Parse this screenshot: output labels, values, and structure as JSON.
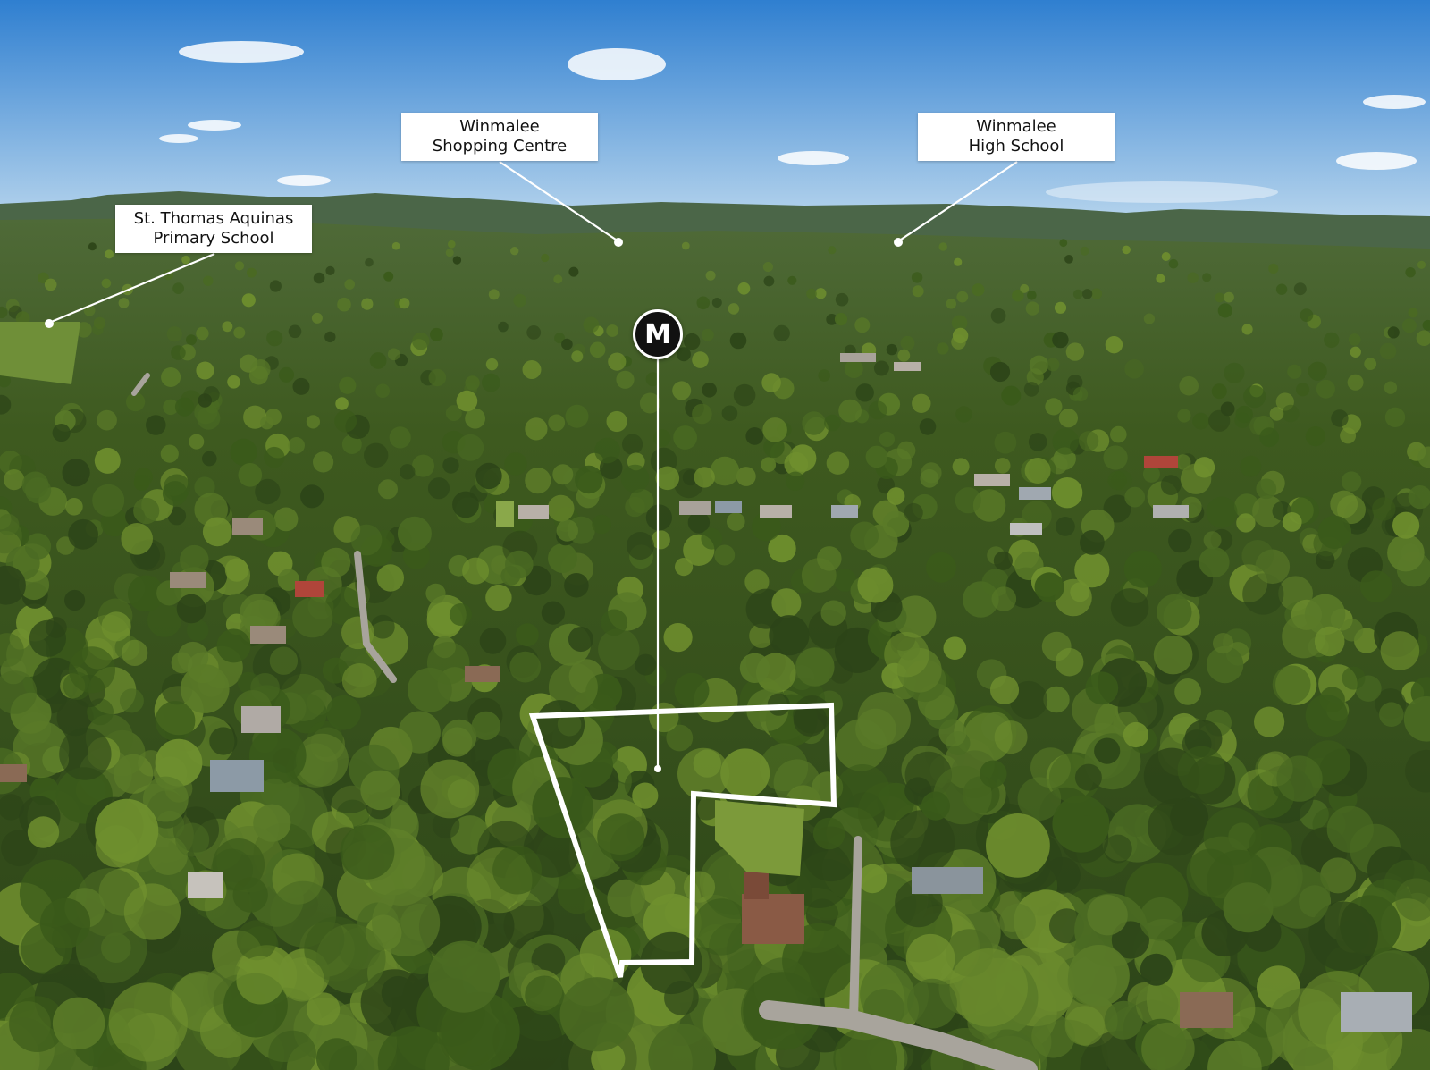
{
  "photo": {
    "description_icon": "aerial-photo",
    "colors": {
      "sky_top": "#2f7fd0",
      "sky_bottom": "#bcd8ee",
      "ridge": "#3f5a34",
      "forest_dark": "#2c4418",
      "forest_mid": "#4a6a22",
      "forest_light": "#6f8f2e",
      "roof": "#8a6a55",
      "road": "#9a9a95",
      "outline": "#ffffff"
    }
  },
  "labels": {
    "shopping": {
      "line1": "Winmalee",
      "line2": "Shopping Centre"
    },
    "high_school": {
      "line1": "Winmalee",
      "line2": "High School"
    },
    "primary_school": {
      "line1": "St. Thomas Aquinas",
      "line2": "Primary School"
    }
  },
  "marker": {
    "letter": "M"
  }
}
